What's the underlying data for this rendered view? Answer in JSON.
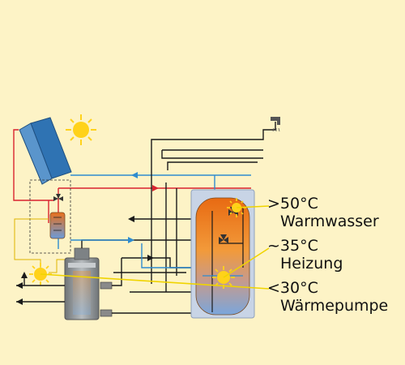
{
  "zones": [
    {
      "temperature": ">50°C",
      "label": "Warmwasser"
    },
    {
      "temperature": "~35°C",
      "label": "Heizung"
    },
    {
      "temperature": "<30°C",
      "label": "Wärmepumpe"
    }
  ],
  "colors": {
    "background": "#fdf3c6",
    "hot_pipe": "#d9232f",
    "cold_pipe": "#2e8ccf",
    "pipe": "#1a1a1a",
    "tank_hot": "#f08a24",
    "tank_cold": "#7eaee0",
    "sun": "#ffd21a",
    "collector": "#2f73b3",
    "tank_shell": "#c8d4e6",
    "heat_pump": "#9ea3a6"
  },
  "icons": [
    "sun-icon",
    "solar-collector-icon",
    "tap-icon",
    "valve-icon",
    "pump-icon",
    "heat-exchanger-icon"
  ]
}
